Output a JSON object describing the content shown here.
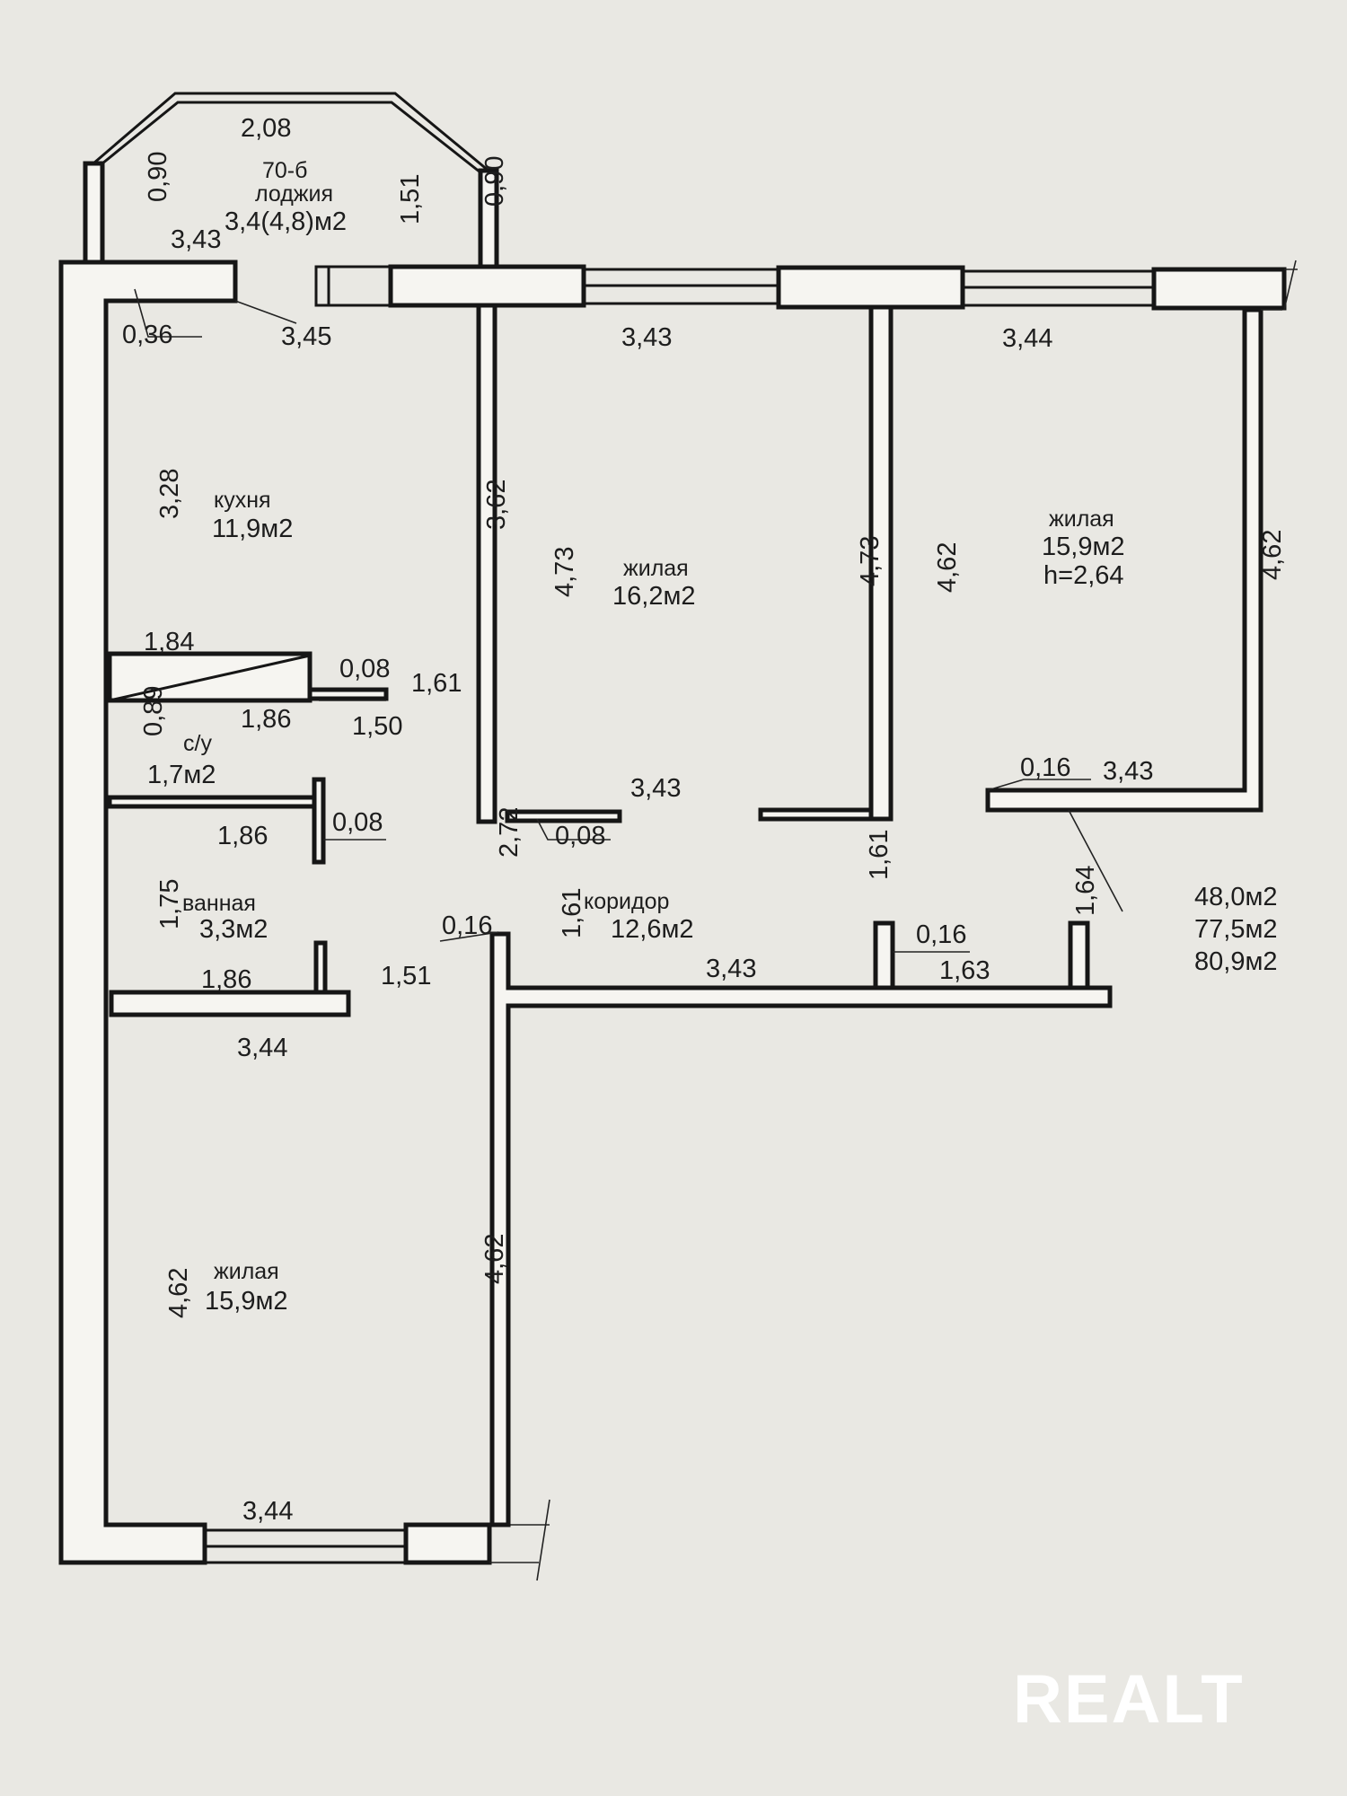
{
  "plan": {
    "loggia": {
      "code": "70-б",
      "name": "лоджия",
      "area": "3,4(4,8)м2",
      "dims": {
        "top": "2,08",
        "left": "0,90",
        "right": "0,90",
        "height": "1,51",
        "base": "3,43",
        "diag": "3,45"
      }
    },
    "kitchen": {
      "name": "кухня",
      "area": "11,9м2",
      "dims": {
        "wall_offset": "0,36",
        "height": "3,28",
        "right_height": "3,62"
      }
    },
    "wc": {
      "name": "с/у",
      "area": "1,7м2",
      "dims": {
        "top": "1,84",
        "bottom": "1,86",
        "wall_a": "0,08",
        "height": "1,61",
        "door": "1,50",
        "side": "0,89"
      }
    },
    "bathroom": {
      "name": "ванная",
      "area": "3,3м2",
      "dims": {
        "top": "1,86",
        "wall": "0,08",
        "height": "1,75",
        "bottom": "1,86",
        "door": "1,51"
      }
    },
    "living_middle": {
      "name": "жилая",
      "area": "16,2м2",
      "dims": {
        "top": "3,43",
        "left": "4,73",
        "right": "4,73",
        "bottom": "3,43",
        "wall": "0,08"
      }
    },
    "living_right": {
      "name": "жилая",
      "area": "15,9м2",
      "height": "h=2,64",
      "dims": {
        "top": "3,44",
        "left": "4,62",
        "right": "4,62",
        "bottom": "3,43",
        "wall": "0,16"
      }
    },
    "corridor": {
      "name": "коридор",
      "area": "12,6м2",
      "dims": {
        "left": "2,72",
        "wall_a": "0,16",
        "height_a": "1,61",
        "height_b": "1,61",
        "bottom": "3,43",
        "wall_b": "0,16",
        "door": "1,63",
        "height_c": "1,64"
      }
    },
    "living_bottom": {
      "name": "жилая",
      "area": "15,9м2",
      "dims": {
        "top": "3,44",
        "left": "4,62",
        "right": "4,62",
        "bottom": "3,44"
      }
    },
    "totals": [
      "48,0м2",
      "77,5м2",
      "80,9м2"
    ]
  },
  "watermark": "REALT"
}
